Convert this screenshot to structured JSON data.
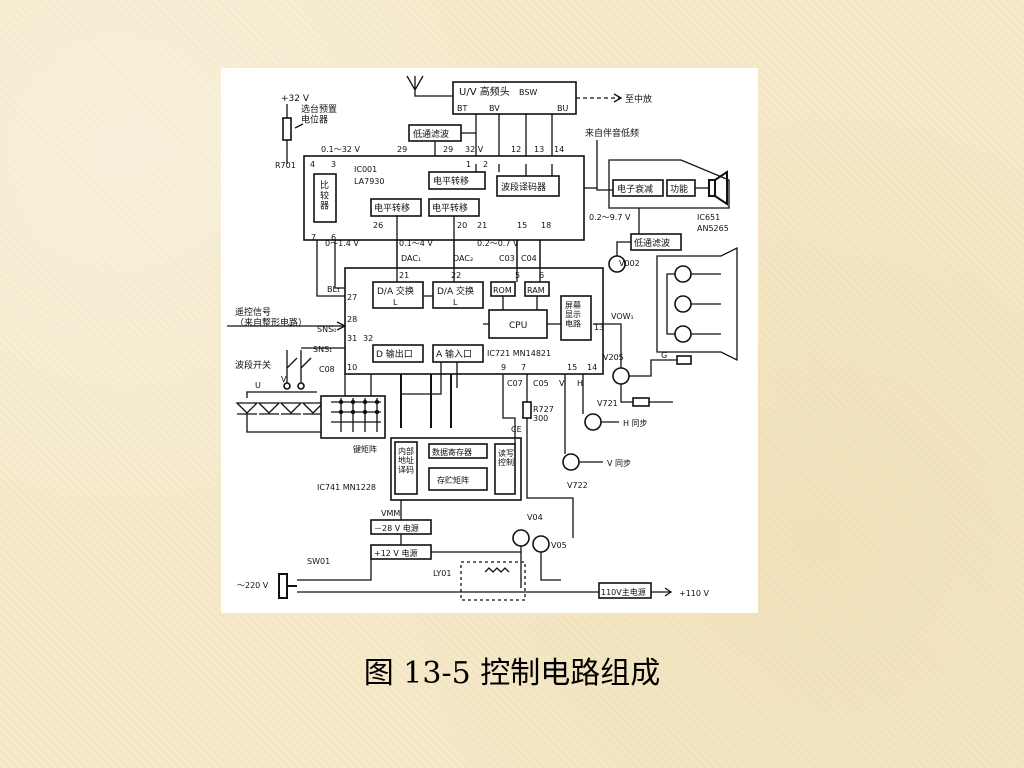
{
  "caption": "图 13-5 控制电路组成",
  "blocks": {
    "tuner": "U/V 高频头",
    "tuner_pins": [
      "BT",
      "BV",
      "BSW",
      "BU"
    ],
    "to_if": "至中放",
    "preset_pot": "选台预置\n电位器",
    "supply_32v": "+32 V",
    "r701": "R701",
    "lowpass1": "低通滤波",
    "range_0_32": "0.1～32 V",
    "ic001": "IC001",
    "la7930": "LA7930",
    "comparator": "比\n较\n器",
    "level_shift": "电平转移",
    "band_decoder": "波段译码器",
    "audio_in": "来自伴音低频",
    "elec_atten": "电子衰减",
    "power_amp": "功能",
    "ic651": "IC651",
    "an5265": "AN5265",
    "range_02_97": "0.2～9.7 V",
    "lowpass2": "低通滤波",
    "v002": "V002",
    "range_0_14": "0～1.4 V",
    "range_01_4": "0.1～4 V",
    "range_02_07": "0.2～0.7 V",
    "dac1": "DAC₁",
    "dac2": "DAC₂",
    "c03": "C03",
    "c04": "C04",
    "da1": "D/A 交换",
    "da2": "D/A 交换",
    "rom": "ROM",
    "ram": "RAM",
    "cpu": "CPU",
    "osd": "屏幕\n显示\n电路",
    "vow": "VOW₁",
    "remote": "遥控信号\n（来自整形电路）",
    "d_out": "D 输出口",
    "a_in": "A 输入口",
    "ic721": "IC721  MN14821",
    "sns0": "SNS₀",
    "sns1": "SNS₁",
    "bl1": "BL₁",
    "band_switch": "波段开关",
    "c08": "C08",
    "key_matrix": "键矩阵",
    "v205": "V205",
    "g": "G",
    "v721": "V721",
    "h_sync": "H 同步",
    "v_sync": "V 同步",
    "v722": "V722",
    "r727": "R727\n300",
    "ce": "CE",
    "c07": "C07",
    "c05": "C05",
    "h": "H",
    "v": "V",
    "addr_decode": "内部\n地址\n译码",
    "data_reg": "数据寄存器",
    "store_matrix": "存贮矩阵",
    "rw_ctrl": "读写\n控制",
    "ic741": "IC741  MN1228",
    "vmm": "VMM",
    "psu_28": "－28 V 电源",
    "psu_12": "+12 V 电源",
    "v04": "V04",
    "v05": "V05",
    "sw01": "SW01",
    "ly01": "LY01",
    "ac220": "～220 V",
    "main_psu": "110V主电源",
    "v110": "+110 V",
    "pins": {
      "p29a": "29",
      "p29b": "29",
      "p32v": "32 V",
      "p1": "1",
      "p2": "2",
      "p12": "12",
      "p13": "13",
      "p14": "14",
      "p4": "4",
      "p3": "3",
      "p7": "7",
      "p6": "6",
      "p26": "26",
      "p20": "20",
      "p21a": "21",
      "p15": "15",
      "p18": "18",
      "p21b": "21",
      "p22": "22",
      "p5": "5",
      "p6b": "6",
      "p27": "27",
      "p28": "28",
      "p31": "31",
      "p32": "32",
      "p10": "10",
      "p9": "9",
      "p7b": "7",
      "p15b": "15",
      "p14b": "14",
      "p13b": "13",
      "u": "U",
      "b": "V",
      "l1": "L",
      "l2": "L"
    }
  }
}
